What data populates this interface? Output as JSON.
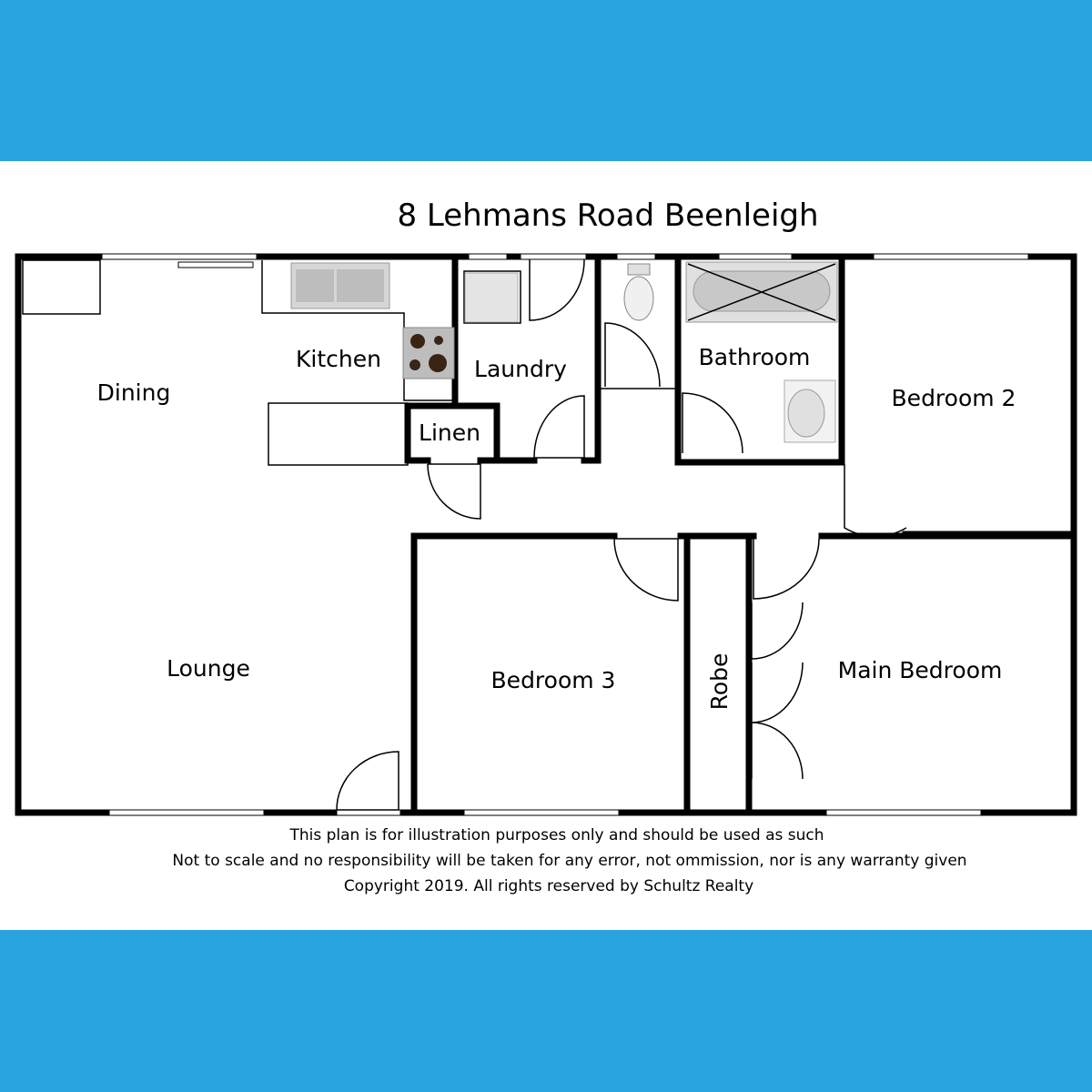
{
  "title": "8 Lehmans Road Beenleigh",
  "rooms": {
    "dining": "Dining",
    "kitchen": "Kitchen",
    "laundry": "Laundry",
    "bathroom": "Bathroom",
    "bedroom2": "Bedroom 2",
    "linen": "Linen",
    "lounge": "Lounge",
    "bedroom3": "Bedroom 3",
    "robe": "Robe",
    "main_bedroom": "Main Bedroom"
  },
  "disclaimer": {
    "line1": "This plan is for illustration purposes only and should be used as such",
    "line2": "Not to scale and no responsibility will be taken for any error, not ommission, nor is any warranty given",
    "line3": "Copyright 2019.  All rights reserved by Schultz Realty"
  },
  "colors": {
    "band": "#29a2e0",
    "wall": "#000000",
    "fixture": "#cccccc"
  }
}
